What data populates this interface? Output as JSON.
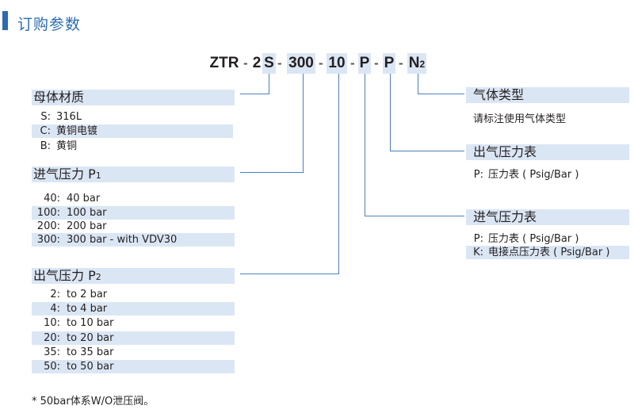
{
  "header": {
    "title": "订购参数",
    "accent_color": "#2b6cb0"
  },
  "model_code": {
    "parts": [
      "ZTR",
      "2",
      "S",
      "300",
      "10",
      "P",
      "P",
      "N",
      "2"
    ],
    "separator": "-"
  },
  "body_material": {
    "title": "母体材质",
    "options": [
      {
        "key": "S:",
        "value": "316L"
      },
      {
        "key": "C:",
        "value": "黄铜电镀"
      },
      {
        "key": "B:",
        "value": "黄铜"
      }
    ]
  },
  "inlet_pressure": {
    "title": "进气压力 P",
    "title_sub": "1",
    "options": [
      {
        "key": "40:",
        "value": "40 bar"
      },
      {
        "key": "100:",
        "value": "100 bar"
      },
      {
        "key": "200:",
        "value": "200 bar"
      },
      {
        "key": "300:",
        "value": "300 bar - with VDV30"
      }
    ]
  },
  "outlet_pressure": {
    "title": "出气压力 P",
    "title_sub": "2",
    "options": [
      {
        "key": "2:",
        "value": "to 2 bar"
      },
      {
        "key": "4:",
        "value": "to 4 bar"
      },
      {
        "key": "10:",
        "value": "to 10 bar"
      },
      {
        "key": "20:",
        "value": "to 20 bar"
      },
      {
        "key": "35:",
        "value": "to 35 bar"
      },
      {
        "key": "50:",
        "value": "to 50 bar"
      }
    ]
  },
  "gas_type": {
    "title": "气体类型",
    "description": "请标注使用气体类型"
  },
  "outlet_gauge": {
    "title": "出气压力表",
    "options": [
      {
        "key": "P:",
        "value": "压力表 ( Psig/Bar )"
      }
    ]
  },
  "inlet_gauge": {
    "title": "进气压力表",
    "options": [
      {
        "key": "P:",
        "value": "压力表 ( Psig/Bar )"
      },
      {
        "key": "K:",
        "value": "电接点压力表 ( Psig/Bar )"
      }
    ]
  },
  "footnote": "* 50bar体系W/O泄压阀。",
  "colors": {
    "band": "#dbe6f4",
    "line": "#4a7fc1",
    "text": "#231f20"
  }
}
